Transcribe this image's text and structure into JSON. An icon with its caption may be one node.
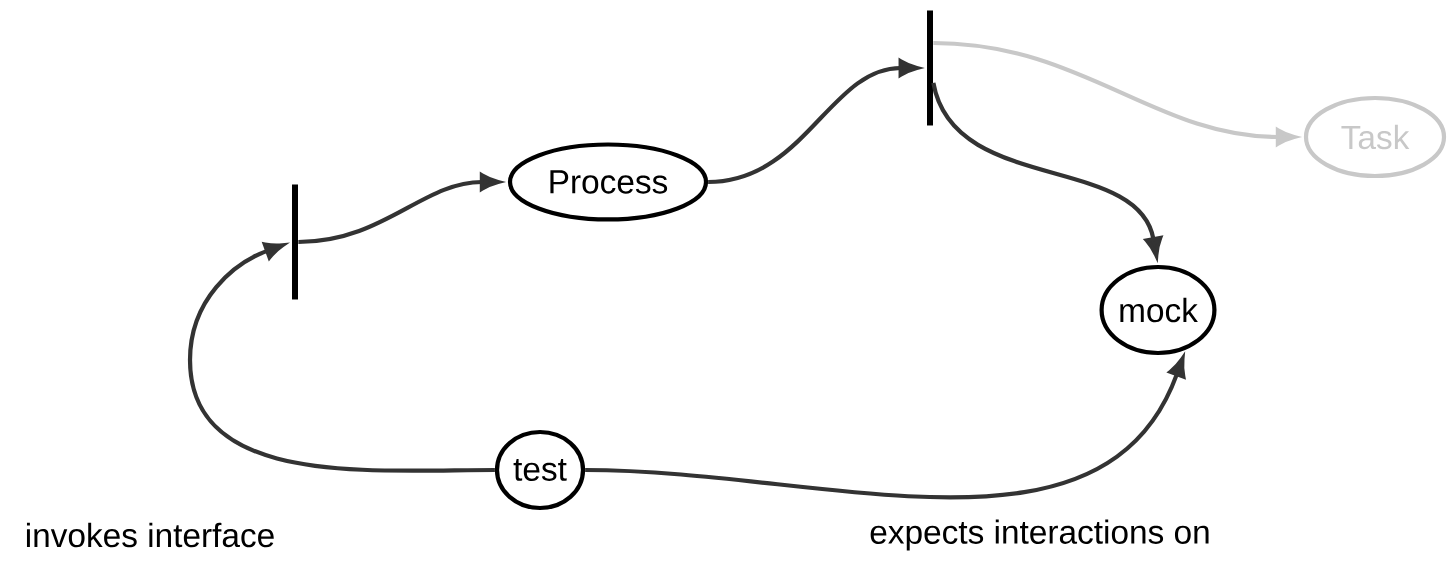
{
  "diagram": {
    "nodes": [
      {
        "text": [
          "Process"
        ]
      },
      {
        "text": [
          "Task"
        ]
      },
      {
        "text": [
          "mock"
        ]
      },
      {
        "text": [
          "test"
        ]
      },
      {
        "text": [],
        "shape": "bar"
      },
      {
        "text": [],
        "shape": "bar"
      }
    ],
    "edges": [
      {
        "from": 3,
        "to": 4,
        "arrow": "to"
      },
      {
        "from": 4,
        "to": 0,
        "arrow": "to"
      },
      {
        "from": 0,
        "to": 5,
        "arrow": "to"
      },
      {
        "from": 5,
        "to": 1,
        "arrow": "to",
        "color": "#c8c8c8"
      },
      {
        "from": 5,
        "to": 2,
        "arrow": "to"
      },
      {
        "from": 3,
        "to": 2,
        "arrow": "to"
      }
    ],
    "labels": [
      "invokes interface",
      "expects interactions on"
    ]
  }
}
